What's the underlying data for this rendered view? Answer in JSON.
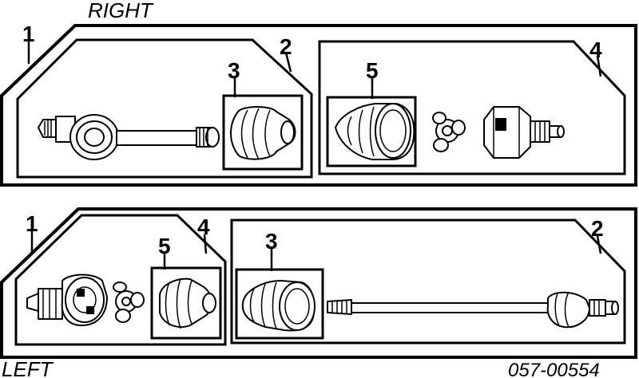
{
  "labels": {
    "right": "RIGHT",
    "left": "LEFT",
    "diagram_code": "057-00554"
  },
  "callouts": {
    "right_1": "1",
    "right_2": "2",
    "right_3": "3",
    "right_4": "4",
    "right_5": "5",
    "left_1": "1",
    "left_2": "2",
    "left_3": "3",
    "left_4": "4",
    "left_5": "5"
  }
}
